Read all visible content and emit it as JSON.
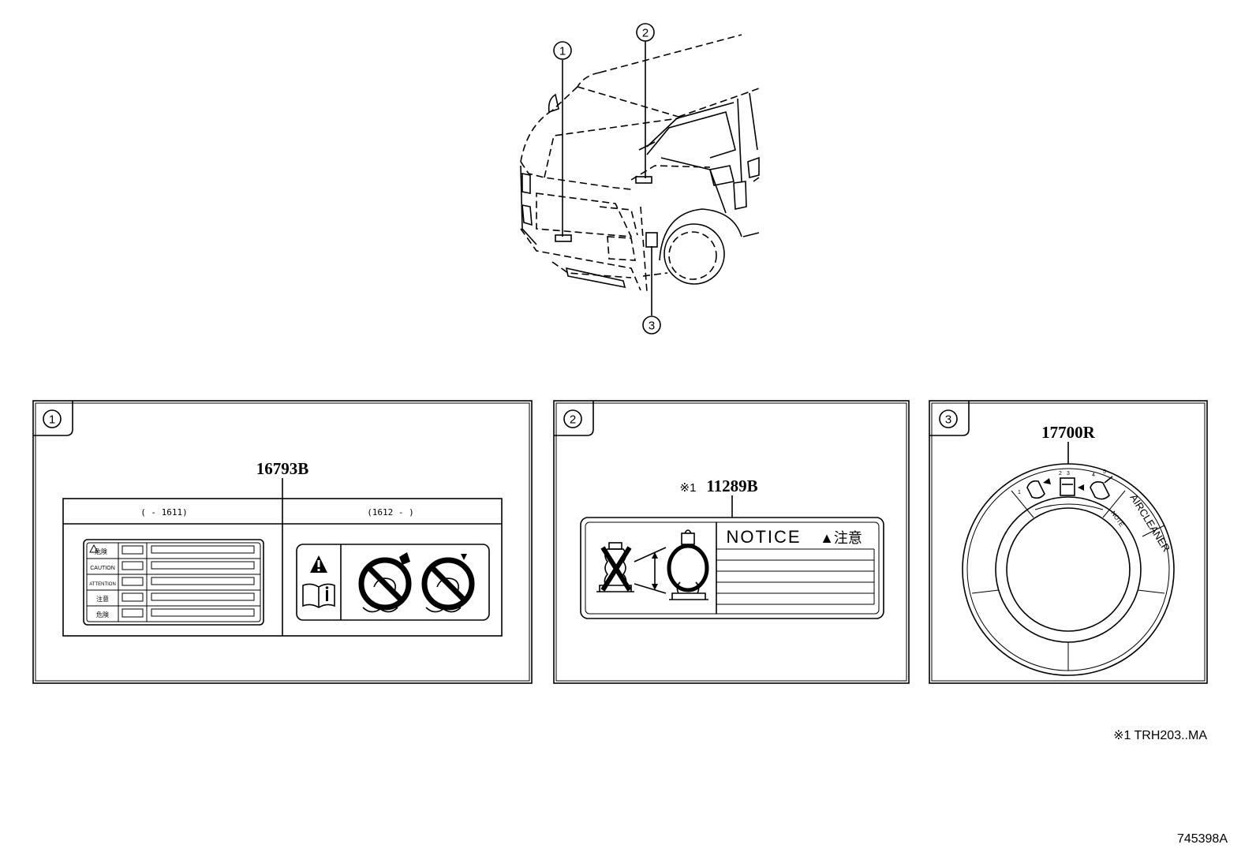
{
  "callouts": {
    "c1": "1",
    "c2": "2",
    "c3": "3"
  },
  "panels": [
    {
      "number": "1",
      "part_number": "16793B",
      "range_left": "(      - 1611)",
      "range_right": "(1612 -       )",
      "caution_rows": [
        "危険",
        "CAUTION",
        "ATTENTION",
        "注意",
        "危険"
      ]
    },
    {
      "number": "2",
      "part_prefix": "※1",
      "part_number": "11289B",
      "notice_text": "NOTICE",
      "notice_jp": "▲注意"
    },
    {
      "number": "3",
      "part_number": "17700R",
      "ring_text": "AIRCLEANER",
      "ring_note": "NOTE",
      "step_numbers": [
        "1",
        "2",
        "3",
        "4",
        "5"
      ]
    }
  ],
  "footnote": "※1 TRH203..MA",
  "diagram_id": "745398A",
  "icons": [
    "warning-triangle-icon",
    "manual-info-icon",
    "no-pressure-icon",
    "jack-icon"
  ]
}
